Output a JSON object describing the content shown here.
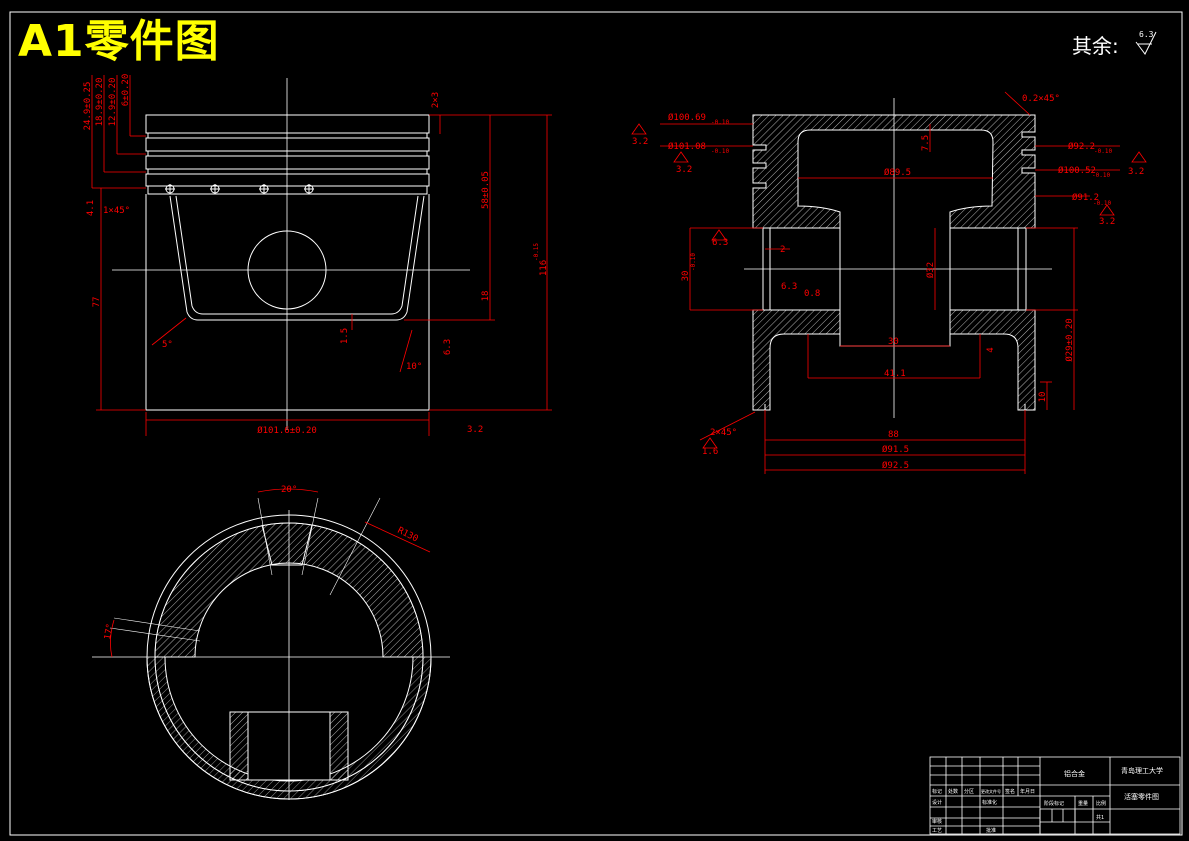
{
  "sheet_title": "A1零件图",
  "roughness_note": "其余:",
  "roughness_value": "6.3",
  "front_view": {
    "left_dims": [
      "24.9±0.25",
      "18.9±0.20",
      "12.9±0.20",
      "6±0.20",
      "4.1",
      "77"
    ],
    "groove_dim": "2×3",
    "chamfer": "1×45°",
    "right_dims": [
      "58±0.05",
      "18",
      "116"
    ],
    "right_dim_tol": "-0.15",
    "angles": [
      "5°",
      "10°"
    ],
    "wall": "1.5",
    "roughness": [
      "6.3",
      "3.2"
    ],
    "bottom_dim": "Ø101.6±0.20"
  },
  "section_view": {
    "chamfer_top": "0.2×45°",
    "left_dims": [
      "Ø100.69",
      "Ø101.08"
    ],
    "left_tol": "-0.10",
    "right_dims": [
      "Ø92.2",
      "Ø100.52",
      "Ø91.2"
    ],
    "right_tol": "-0.10",
    "depth": "7.5",
    "inner": "Ø89.5",
    "pin_bore": "Ø32",
    "pin_height": "30",
    "pin_tol": "-0.10",
    "small": "2",
    "ra": [
      "6.3",
      "3.2",
      "1.6",
      "0.8"
    ],
    "slot": "30",
    "dim41": "41.1",
    "dim4": "4",
    "height": "Ø29±0.20",
    "skirt": "10",
    "bottom_chamfer": "2×45°",
    "bottom_dims": [
      "88",
      "Ø91.5",
      "Ø92.5"
    ]
  },
  "plan_view": {
    "angle_top": "20°",
    "radius": "R130",
    "angle_left": "17°"
  },
  "title_block": {
    "part_name": "活塞零件图",
    "school": "青岛理工大学",
    "material": "铝合金",
    "labels": [
      "标记",
      "处数",
      "分区",
      "更改文件号",
      "签名",
      "年月日",
      "设计",
      "标准化",
      "阶段标记",
      "重量",
      "比例",
      "审核",
      "工艺",
      "批准",
      "共1"
    ]
  },
  "colors": {
    "background": "#000000",
    "outline": "#ffffff",
    "dimension": "#ff0000",
    "title": "#ffff00"
  }
}
